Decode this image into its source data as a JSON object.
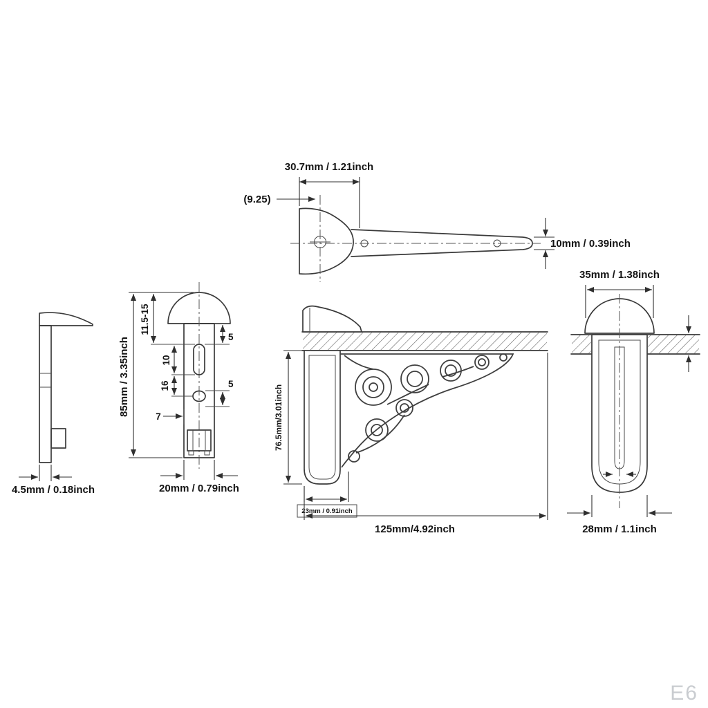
{
  "watermark": "E6",
  "views": {
    "top_view": {
      "width": "30.7mm / 1.21inch",
      "hole_offset": "(9.25)",
      "arm_thickness": "10mm / 0.39inch"
    },
    "edge_view": {
      "thickness": "4.5mm / 0.18inch"
    },
    "front_view": {
      "height": "85mm / 3.35inch",
      "top_offset": "11.5-15",
      "slot_length": "10",
      "hole_spacing": "16",
      "slot_inset": "5",
      "hole_inset": "5",
      "foot_width": "7",
      "width": "20mm / 0.79inch"
    },
    "side_view": {
      "height": "76.5mm/3.01inch",
      "plate_depth": "23mm / 0.91inch",
      "length": "125mm/4.92inch"
    },
    "back_view": {
      "cap_width": "35mm / 1.38inch",
      "body_width": "28mm / 1.1inch"
    }
  }
}
